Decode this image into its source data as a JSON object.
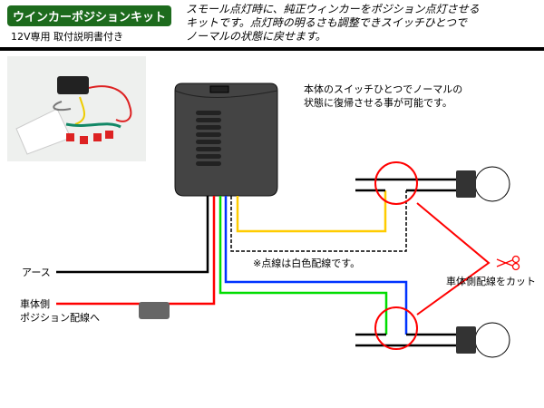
{
  "header": {
    "title": "ウインカーポジションキット",
    "subtitle": "12V専用 取付説明書付き",
    "intro": "スモール点灯時に、純正ウィンカーをポジション点灯させる\nキットです。点灯時の明るさも調整できスイッチひとつで\nノーマルの状態に戻せます。"
  },
  "diagram": {
    "switch_note_1": "本体のスイッチひとつでノーマルの",
    "switch_note_2": "状態に復帰させる事が可能です。",
    "dotted_note": "※点線は白色配線です。",
    "ground_label": "アース",
    "position_label_1": "車体側",
    "position_label_2": "ポジション配線へ",
    "cut_label": "車体側配線をカット"
  },
  "colors": {
    "title_bg": "#1d6b1d",
    "red": "#ff0000",
    "green": "#00dd00",
    "blue": "#0033ff",
    "yellow": "#ffcc00",
    "box": "#444444"
  }
}
